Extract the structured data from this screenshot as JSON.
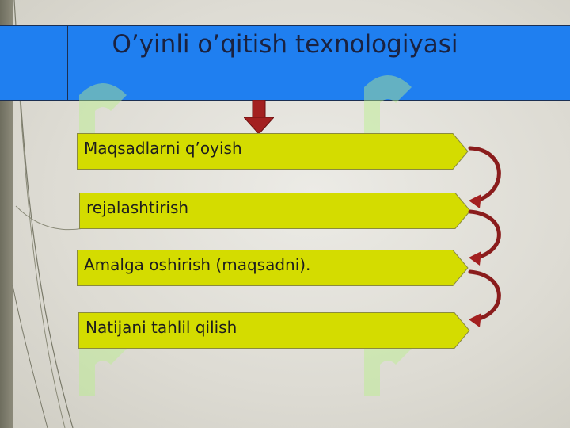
{
  "slide": {
    "title": "O’yinli o’qitish texnologiyasi"
  },
  "steps": [
    {
      "label": "Maqsadlarni q’oyish"
    },
    {
      "label": "rejalashtirish"
    },
    {
      "label": "Amalga oshirish (maqsadni)."
    },
    {
      "label": "Natijani tahlil qilish"
    }
  ],
  "colors": {
    "title_band": "#1f7ff0",
    "step_fill": "#d4dc00",
    "arrow": "#a32020"
  },
  "icons": {
    "down_arrow": "down-arrow-icon",
    "curved_arrows": "curved-arrow-icon"
  }
}
